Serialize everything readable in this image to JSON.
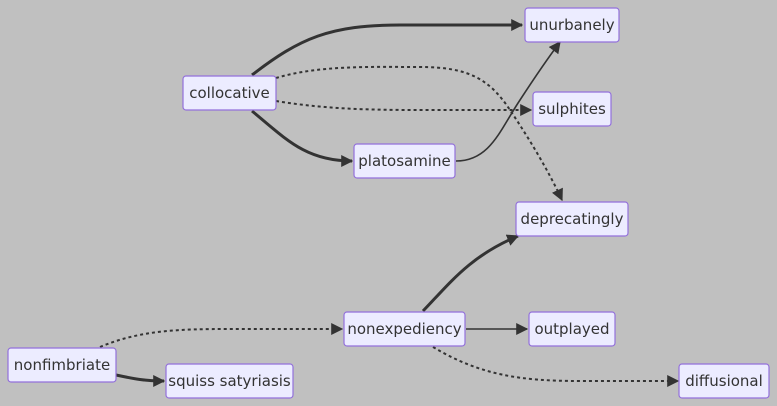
{
  "nodes": {
    "unurbanely": "unurbanely",
    "collocative": "collocative",
    "sulphites": "sulphites",
    "platosamine": "platosamine",
    "deprecatingly": "deprecatingly",
    "nonexpediency": "nonexpediency",
    "outplayed": "outplayed",
    "nonfimbriate": "nonfimbriate",
    "squiss_satyriasis": "squiss satyriasis",
    "diffusional": "diffusional"
  },
  "edges": [
    {
      "from": "collocative",
      "to": "unurbanely",
      "style": "thick"
    },
    {
      "from": "collocative",
      "to": "deprecatingly",
      "style": "dotted"
    },
    {
      "from": "collocative",
      "to": "sulphites",
      "style": "dotted"
    },
    {
      "from": "collocative",
      "to": "platosamine",
      "style": "thick"
    },
    {
      "from": "platosamine",
      "to": "unurbanely",
      "style": "normal"
    },
    {
      "from": "nonexpediency",
      "to": "deprecatingly",
      "style": "thick"
    },
    {
      "from": "nonexpediency",
      "to": "outplayed",
      "style": "normal"
    },
    {
      "from": "nonexpediency",
      "to": "diffusional",
      "style": "dotted"
    },
    {
      "from": "nonfimbriate",
      "to": "nonexpediency",
      "style": "dotted"
    },
    {
      "from": "nonfimbriate",
      "to": "squiss_satyriasis",
      "style": "thick"
    }
  ],
  "colors": {
    "background": "#c0c0c0",
    "node_fill": "#ececff",
    "node_border": "#9370db",
    "edge": "#333333",
    "text": "#333333"
  }
}
